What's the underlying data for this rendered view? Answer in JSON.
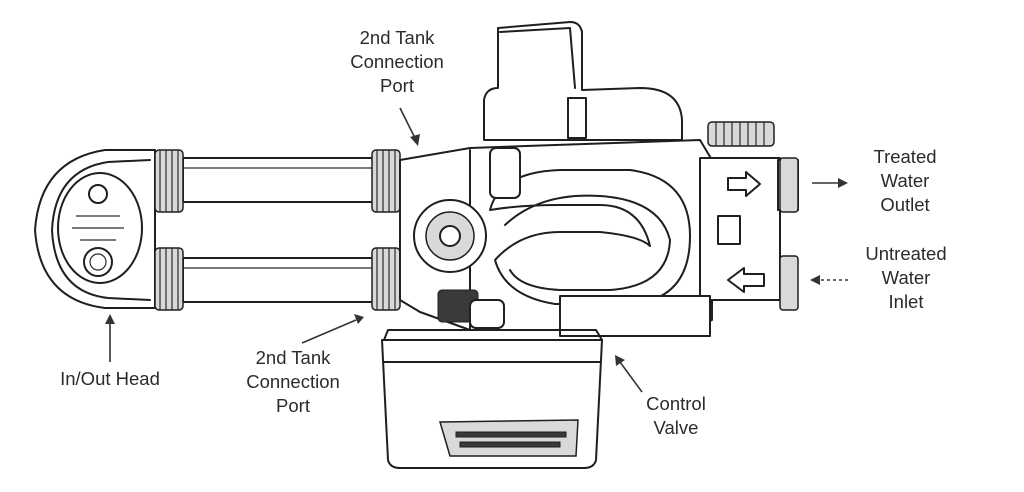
{
  "labels": {
    "top_port": [
      "2nd Tank",
      "Connection",
      "Port"
    ],
    "bottom_port": [
      "2nd Tank",
      "Connection",
      "Port"
    ],
    "in_out_head": "In/Out Head",
    "treated_outlet": [
      "Treated",
      "Water",
      "Outlet"
    ],
    "untreated_inlet": [
      "Untreated",
      "Water",
      "Inlet"
    ],
    "control_valve": [
      "Control",
      "Valve"
    ]
  },
  "icons": {
    "outlet_flow": "arrow-right-outline-icon",
    "inlet_flow": "arrow-left-outline-icon"
  }
}
